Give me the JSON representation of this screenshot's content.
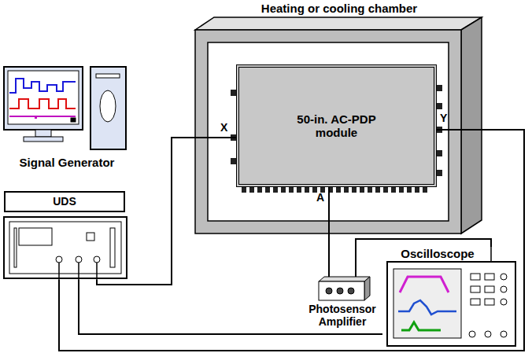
{
  "diagram": {
    "nodes": [
      {
        "text": [
          "Heating or cooling chamber"
        ]
      },
      {
        "text": [
          "50-in. AC-PDP module"
        ],
        "in": 0
      },
      {
        "text": [
          "Signal Generator"
        ]
      },
      {
        "text": [
          "UDS"
        ],
        "in": 2
      },
      {
        "text": [
          "Photosensor Amplifier"
        ]
      },
      {
        "text": [
          "Oscilloscope"
        ]
      }
    ],
    "edges": [
      {
        "from": 2,
        "to": 1,
        "arrow": "none"
      },
      {
        "from": 2,
        "to": 1,
        "arrow": "none"
      },
      {
        "from": 1,
        "to": 4,
        "arrow": "none"
      },
      {
        "from": 4,
        "to": 5,
        "arrow": "none"
      },
      {
        "from": 5,
        "to": 2,
        "arrow": "none"
      }
    ],
    "labels": [
      "X",
      "Y",
      "A"
    ]
  }
}
